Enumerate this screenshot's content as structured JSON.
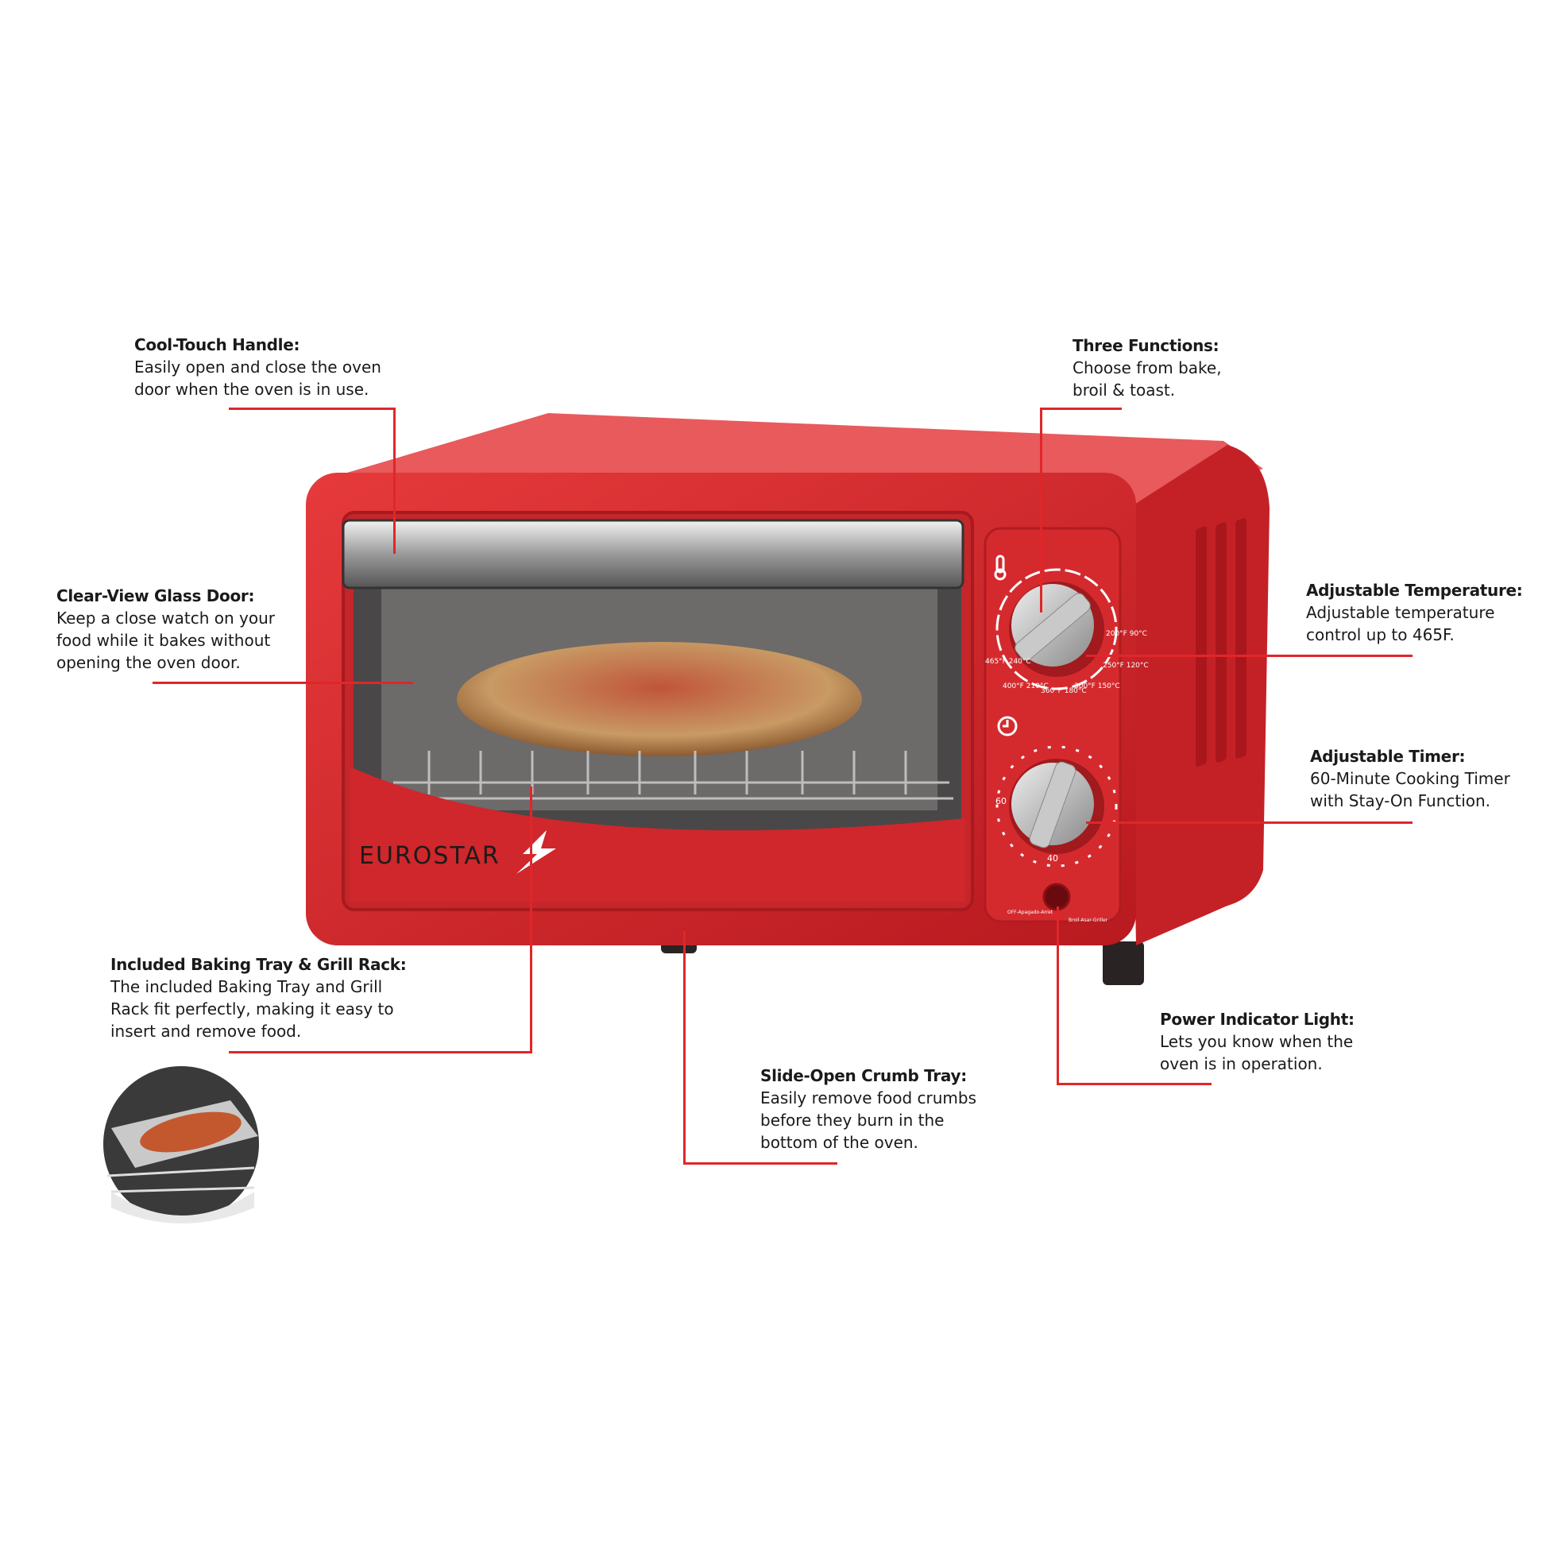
{
  "brand": {
    "logo_text": "EUROSTAR"
  },
  "colors": {
    "oven_red": "#d8282b",
    "leader_line": "#e0262a"
  },
  "callouts": {
    "handle": {
      "title": "Cool-Touch Handle:",
      "desc": "Easily open and close the oven\ndoor when the oven is in use."
    },
    "functions": {
      "title": "Three Functions:",
      "desc": "Choose from bake,\nbroil & toast."
    },
    "glass": {
      "title": "Clear-View Glass Door:",
      "desc": "Keep a close watch on your\nfood while it bakes without\nopening the oven door."
    },
    "temperature": {
      "title": "Adjustable Temperature:",
      "desc": "Adjustable temperature\ncontrol up to 465F."
    },
    "timer": {
      "title": "Adjustable Timer:",
      "desc": "60-Minute Cooking Timer\nwith Stay-On Function."
    },
    "tray": {
      "title": "Included Baking Tray & Grill Rack:",
      "desc": "The included Baking Tray and Grill\nRack fit perfectly, making it easy to\ninsert and remove food."
    },
    "crumb": {
      "title": "Slide-Open Crumb Tray:",
      "desc": "Easily remove food crumbs\nbefore they burn in the\nbottom of the oven."
    },
    "power": {
      "title": "Power Indicator Light:",
      "desc": "Lets you know when the\noven is in operation."
    }
  },
  "dial_labels": {
    "temp": [
      "200°F 90°C",
      "250°F 120°C",
      "300°F 150°C",
      "360°F 180°C",
      "400°F 210°C",
      "465°F 240°C"
    ],
    "timer": [
      "60",
      "40"
    ],
    "off": "OFF-Apagado-Arret",
    "broil": "Broil-Asar-Griller"
  }
}
